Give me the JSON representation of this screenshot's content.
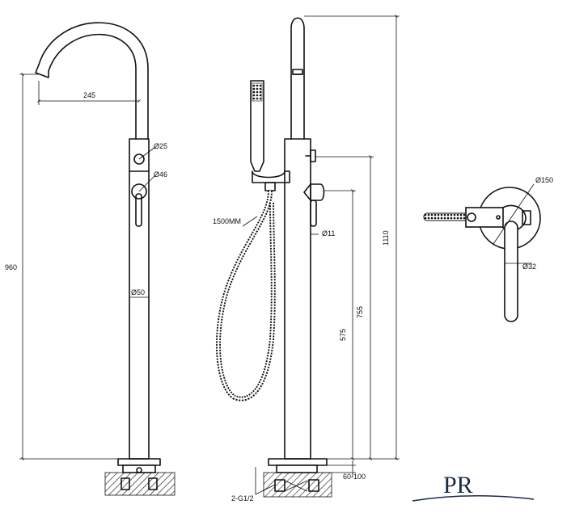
{
  "dimensions": {
    "d245": "245",
    "d960": "960",
    "dia25": "Ø25",
    "dia46": "Ø46",
    "dia50": "Ø50",
    "len1500": "1500MM",
    "dia11": "Ø11",
    "d1110": "1110",
    "d755": "755",
    "d575": "575",
    "d60_100": "60-100",
    "g12": "2-G1/2",
    "dia150": "Ø150",
    "dia32": "Ø32"
  },
  "logo": {
    "text": "PR"
  },
  "colors": {
    "line": "#111111",
    "logo": "#1b2a4a",
    "background": "#ffffff"
  }
}
